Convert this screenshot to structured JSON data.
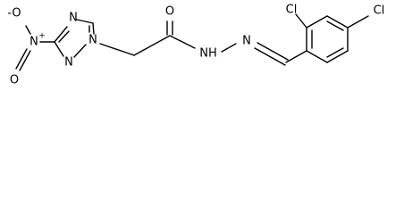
{
  "atoms": {
    "o_minus": "-O",
    "n_plus": "N",
    "plus_sign": "+",
    "nitro_o": "O",
    "ring_n_top": "N",
    "ring_n_1": "N",
    "ring_n_2": "N",
    "carbonyl_o": "O",
    "nh": "NH",
    "hydrazone_n": "N",
    "cl_top": "Cl",
    "cl_right": "Cl"
  }
}
